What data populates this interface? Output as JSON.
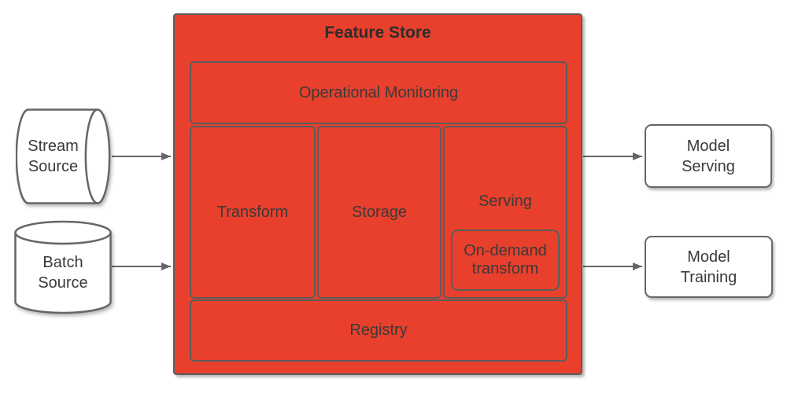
{
  "diagram": {
    "feature_store": {
      "title": "Feature Store",
      "monitoring_label": "Operational Monitoring",
      "columns": [
        {
          "label": "Transform"
        },
        {
          "label": "Storage"
        },
        {
          "label": "Serving",
          "sub_label": "On-demand transform"
        }
      ],
      "registry_label": "Registry"
    },
    "sources": [
      {
        "label": "Stream Source",
        "shape": "horizontal-cylinder"
      },
      {
        "label": "Batch Source",
        "shape": "vertical-cylinder"
      }
    ],
    "outputs": [
      {
        "label": "Model Serving"
      },
      {
        "label": "Model Training"
      }
    ]
  },
  "colors": {
    "red": "#e8402c",
    "border": "#5c5c5c",
    "node_border": "#666666",
    "text": "#3a3a3a",
    "title_text": "#2d2d2d",
    "arrow": "#666666",
    "node_fill": "#ffffff",
    "bg": "#ffffff"
  }
}
